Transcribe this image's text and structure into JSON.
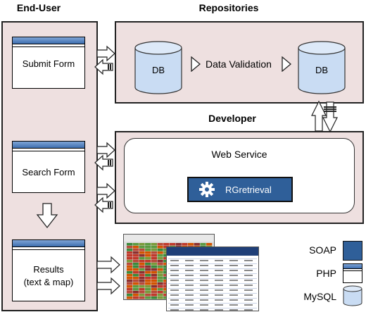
{
  "headings": {
    "end_user": "End-User",
    "repositories": "Repositories",
    "developer": "Developer"
  },
  "forms": {
    "submit": "Submit Form",
    "search": "Search Form",
    "results_line1": "Results",
    "results_line2": "(text & map)"
  },
  "repository": {
    "db_left": "DB",
    "db_right": "DB",
    "validation": "Data Validation"
  },
  "developer": {
    "web_service": "Web Service",
    "rgretrieval": "RGretrieval"
  },
  "legend": {
    "soap": "SOAP",
    "php": "PHP",
    "mysql": "MySQL"
  },
  "colors": {
    "panel_fill": "#eee0e0",
    "soap_blue": "#2f5f99",
    "db_fill": "#c9dcf3"
  },
  "icons": {
    "gear": "gear-icon",
    "database": "database-icon"
  }
}
